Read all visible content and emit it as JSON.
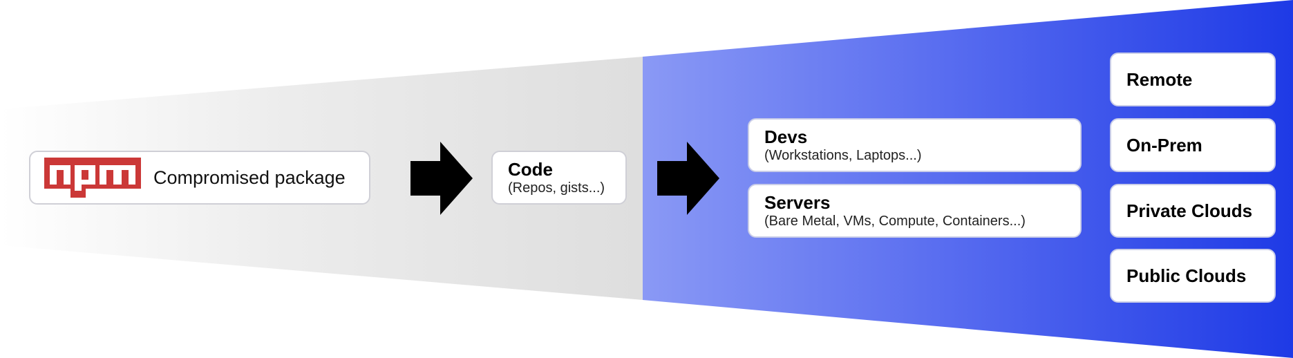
{
  "source": {
    "logo_text": "npm",
    "label": "Compromised package"
  },
  "code": {
    "title": "Code",
    "subtitle": "(Repos, gists...)"
  },
  "targets": [
    {
      "title": "Devs",
      "subtitle": "(Workstations, Laptops...)"
    },
    {
      "title": "Servers",
      "subtitle": "(Bare Metal, VMs, Compute, Containers...)"
    }
  ],
  "environments": [
    "Remote",
    "On-Prem",
    "Private Clouds",
    "Public Clouds"
  ],
  "colors": {
    "npm_red": "#cb3837",
    "blue_start": "#8a99f5",
    "blue_end": "#1e3ae6",
    "gray": "#dedede",
    "arrow": "#000000"
  },
  "icons": [
    "npm-logo-icon",
    "right-arrow-icon"
  ]
}
